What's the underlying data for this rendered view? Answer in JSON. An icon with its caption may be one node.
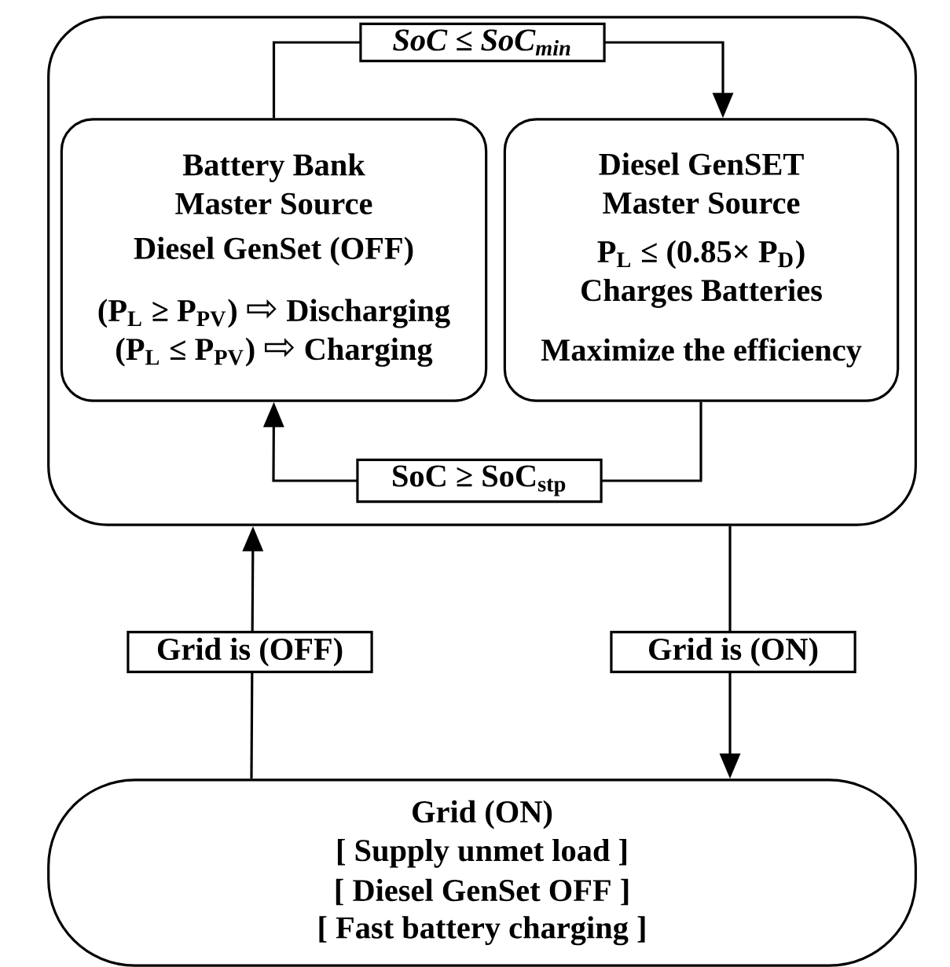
{
  "diagram": {
    "nodes": [
      {
        "text": [],
        "shape": "box"
      },
      {
        "text": [
          "Battery Bank Master Source",
          "Diesel GenSet (OFF)",
          "(P$_{L}$ ≥ P$_{PV}$) ⇨ Discharging",
          "(P$_{L}$ ≤ P$_{PV}$) ⇨ Charging"
        ],
        "in": 0
      },
      {
        "text": [
          "Diesel GenSET Master Source",
          "P$_{L}$ ≤ (0.85× P$_{D}$) Charges Batteries",
          "Maximize the efficiency"
        ],
        "in": 0
      },
      {
        "text": [
          "Grid (ON)",
          "[ Supply unmet load ]",
          "[ Diesel GenSet OFF ]",
          "[ Fast battery charging ]"
        ]
      }
    ],
    "edges": [
      {
        "from": 1,
        "to": 2,
        "arrow": "to",
        "label": "SoC ≤ SoC$_{min}$"
      },
      {
        "from": 2,
        "to": 1,
        "arrow": "to",
        "label": "SoC ≥ SoC$_{stp}$"
      },
      {
        "from": 3,
        "to": 0,
        "arrow": "to",
        "label": "Grid is (OFF)"
      },
      {
        "from": 0,
        "to": 3,
        "arrow": "to",
        "label": "Grid is (ON)"
      }
    ]
  }
}
